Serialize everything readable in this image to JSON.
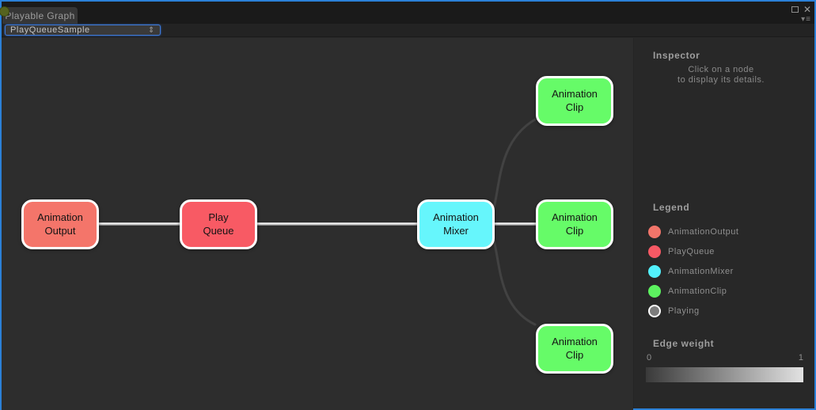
{
  "window": {
    "tab_title": "Playable Graph",
    "accent_border_color": "#2b80d7",
    "icons": {
      "close": "✕",
      "menu_dropdown": "▾",
      "menu_hamburger": "≡",
      "dropdown_arrows": "⇕"
    }
  },
  "toolbar": {
    "graph_selector_value": "PlayQueueSample"
  },
  "graph": {
    "nodes": [
      {
        "id": "animation-output",
        "label": "Animation\nOutput",
        "color": "#f4756a"
      },
      {
        "id": "play-queue",
        "label": "Play\nQueue",
        "color": "#f85a64"
      },
      {
        "id": "animation-mixer",
        "label": "Animation\nMixer",
        "color": "#66f6fc"
      },
      {
        "id": "animation-clip-1",
        "label": "Animation\nClip",
        "color": "#66fb68"
      },
      {
        "id": "animation-clip-2",
        "label": "Animation\nClip",
        "color": "#66fb68"
      },
      {
        "id": "animation-clip-3",
        "label": "Animation\nClip",
        "color": "#66fb68"
      }
    ]
  },
  "inspector": {
    "title": "Inspector",
    "hint_line1": "Click on a node",
    "hint_line2": "to display its details."
  },
  "legend": {
    "title": "Legend",
    "items": [
      {
        "label": "AnimationOutput",
        "color": "#f2756a"
      },
      {
        "label": "PlayQueue",
        "color": "#f75964"
      },
      {
        "label": "AnimationMixer",
        "color": "#52f1fc"
      },
      {
        "label": "AnimationClip",
        "color": "#5cf25f"
      },
      {
        "label": "Playing",
        "color": "#7d7d7d"
      }
    ]
  },
  "edge_weight": {
    "title": "Edge weight",
    "min_label": "0",
    "max_label": "1",
    "gradient_start": "#3a3a3a",
    "gradient_end": "#e2e2e2"
  }
}
